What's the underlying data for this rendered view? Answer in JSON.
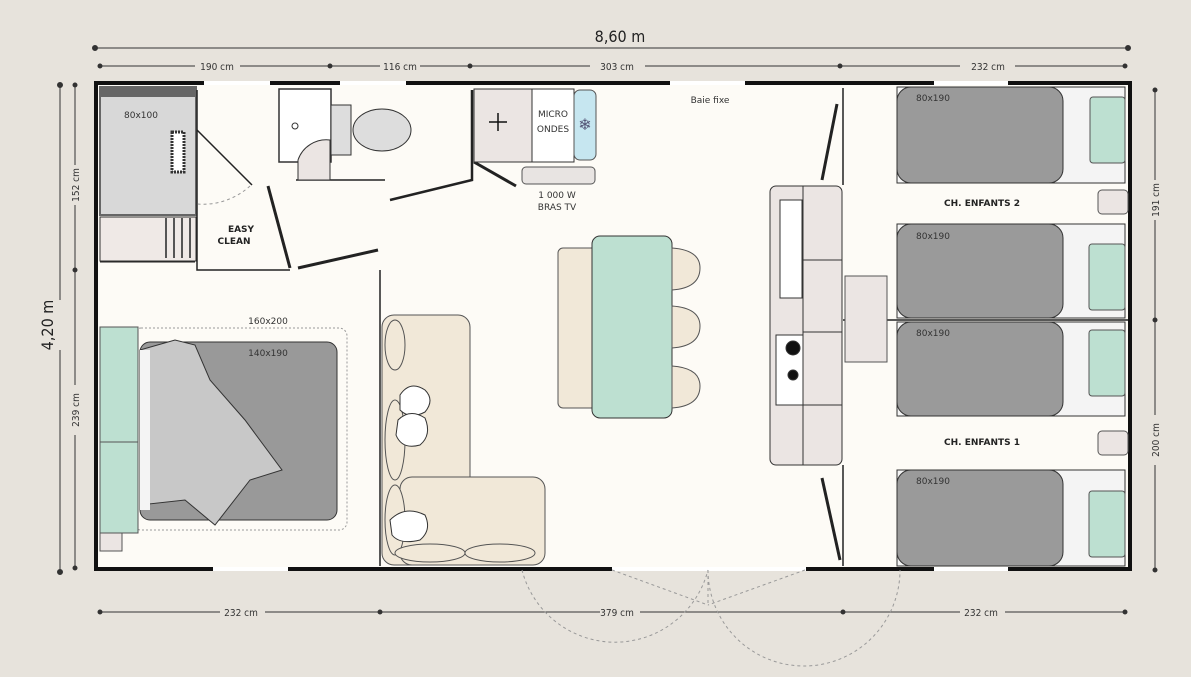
{
  "dimensions": {
    "total_width": "8,60 m",
    "total_depth": "4,20 m",
    "top": [
      "190 cm",
      "116 cm",
      "303 cm",
      "232 cm"
    ],
    "bottom": [
      "232 cm",
      "379 cm",
      "232 cm"
    ],
    "left": [
      "152 cm",
      "239 cm"
    ],
    "right": [
      "191 cm",
      "200 cm"
    ]
  },
  "labels": {
    "shower": "80x100",
    "easy_clean_top": "EASY",
    "easy_clean_bottom": "CLEAN",
    "microwave_1": "MICRO",
    "microwave_2": "ONDES",
    "power": "1 000 W",
    "tv_arm": "BRAS TV",
    "fixed_window": "Baie fixe",
    "master_bed_outer": "160x200",
    "master_bed": "140x190",
    "kids_room_2": "CH. ENFANTS 2",
    "kids_room_1": "CH. ENFANTS 1",
    "bunk_beds": [
      "80x190",
      "80x190",
      "80x190",
      "80x190"
    ]
  },
  "colors": {
    "background": "#e7e3dc",
    "floor": "#fdfbf6",
    "mint": "#bde0d1",
    "beige": "#f1e8d8",
    "bed_gray": "#9a9a9a",
    "fridge": "#c6e6f0"
  }
}
